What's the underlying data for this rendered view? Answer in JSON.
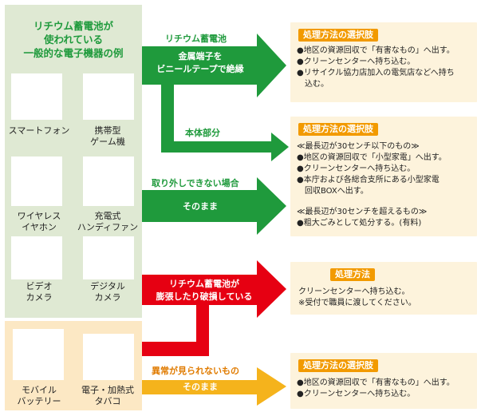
{
  "panel": {
    "title_lines": [
      "リチウム蓄電池が",
      "使われている",
      "一般的な電子機器の例"
    ]
  },
  "devices": [
    {
      "label": "スマートフォン"
    },
    {
      "label": "携帯型\nゲーム機"
    },
    {
      "label": "ワイヤレス\nイヤホン"
    },
    {
      "label": "充電式\nハンディファン"
    },
    {
      "label": "ビデオ\nカメラ"
    },
    {
      "label": "デジタル\nカメラ"
    },
    {
      "label": "モバイル\nバッテリー"
    },
    {
      "label": "電子・加熱式\nタバコ"
    }
  ],
  "arrows": {
    "battery_label": "リチウム蓄電池",
    "insulate_line1": "金属端子を",
    "insulate_line2": "ビニールテープで絶縁",
    "body_label": "本体部分",
    "nonremovable_label": "取り外しできない場合",
    "asis_label": "そのまま",
    "damaged_line1": "リチウム蓄電池が",
    "damaged_line2": "膨張したり破損している",
    "normal_label": "異常が見られないもの",
    "asis_label2": "そのまま"
  },
  "boxes": {
    "box1": {
      "heading": "処理方法の選択肢",
      "lines": [
        "●地区の資源回収で「有害なもの」へ出す。",
        "●クリーンセンターへ持ち込む。",
        "●リサイクル協力店加入の電気店などへ持ち",
        "　込む。"
      ]
    },
    "box2": {
      "heading": "処理方法の選択肢",
      "lines": [
        "≪最長辺が30センチ以下のもの≫",
        "●地区の資源回収で「小型家電」へ出す。",
        "●クリーンセンターへ持ち込む。",
        "●本庁および各総合支所にある小型家電",
        "　回収BOXへ出す。",
        "",
        "≪最長辺が30センチを超えるもの≫",
        "●粗大ごみとして処分する。(有料)"
      ]
    },
    "box3": {
      "heading": "処理方法",
      "lines": [
        "クリーンセンターへ持ち込む。",
        "※受付で職員に渡してください。"
      ]
    },
    "box4": {
      "heading": "処理方法の選択肢",
      "lines": [
        "●地区の資源回収で「有害なもの」へ出す。",
        "●クリーンセンターへ持ち込む。"
      ]
    }
  },
  "colors": {
    "green": "#1f9a3c",
    "orange": "#f29a00",
    "red": "#e60012",
    "yellow": "#f5b31c"
  }
}
